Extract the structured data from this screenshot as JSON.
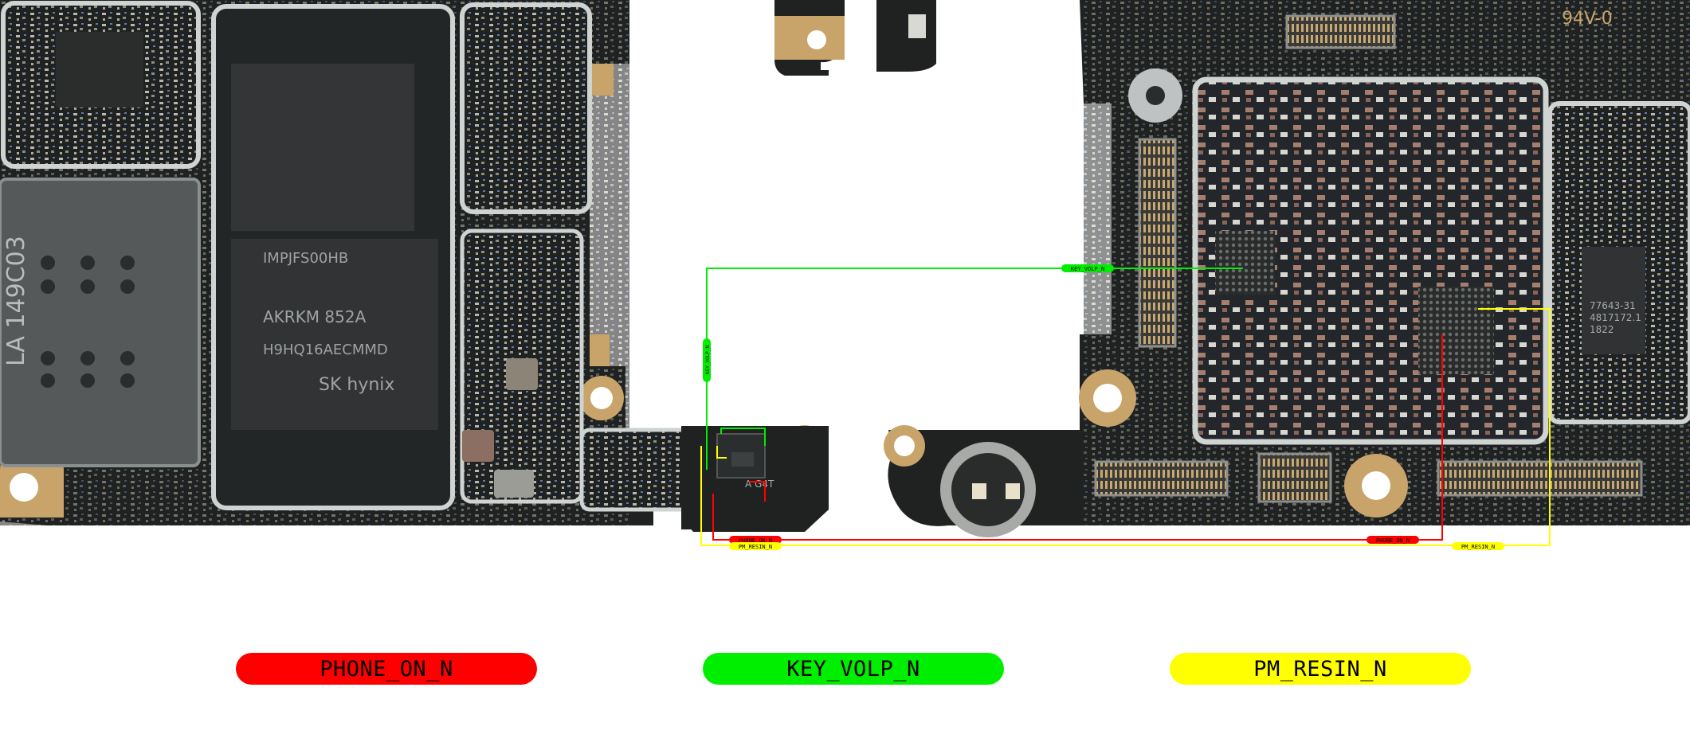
{
  "legend": {
    "phone_on": "PHONE_ON_N",
    "key_volp": "KEY_VOLP_N",
    "pm_resin": "PM_RESIN_N"
  },
  "colors": {
    "phone_on": "#ff0000",
    "key_volp": "#00ee00",
    "pm_resin": "#ffff00",
    "pcb": "#1f2220",
    "gold": "#c9a46a",
    "shield": "#cfd3d2"
  },
  "board_markings": {
    "chip_top": "IMPJFS00HB",
    "memory_a": "SK hynix",
    "memory_b": "H9HQ16AECMMD",
    "memory_c": "AKRKM 852A",
    "sim_label": "LA 149C03",
    "rating": "94V-0",
    "ic_right_a": "77643-31",
    "ic_right_b": "4817172.1",
    "ic_right_c": "1822",
    "key_ic": "A G4T"
  },
  "net_tags": {
    "phone_on_a": "PHONE_ON_N",
    "phone_on_b": "PHONE_ON_N",
    "key_volp_a": "KEY_VOLP_N",
    "key_volp_b": "KEY_VOLP_N",
    "pm_resin_a": "PM_RESIN_N",
    "pm_resin_b": "PM_RESIN_N"
  }
}
